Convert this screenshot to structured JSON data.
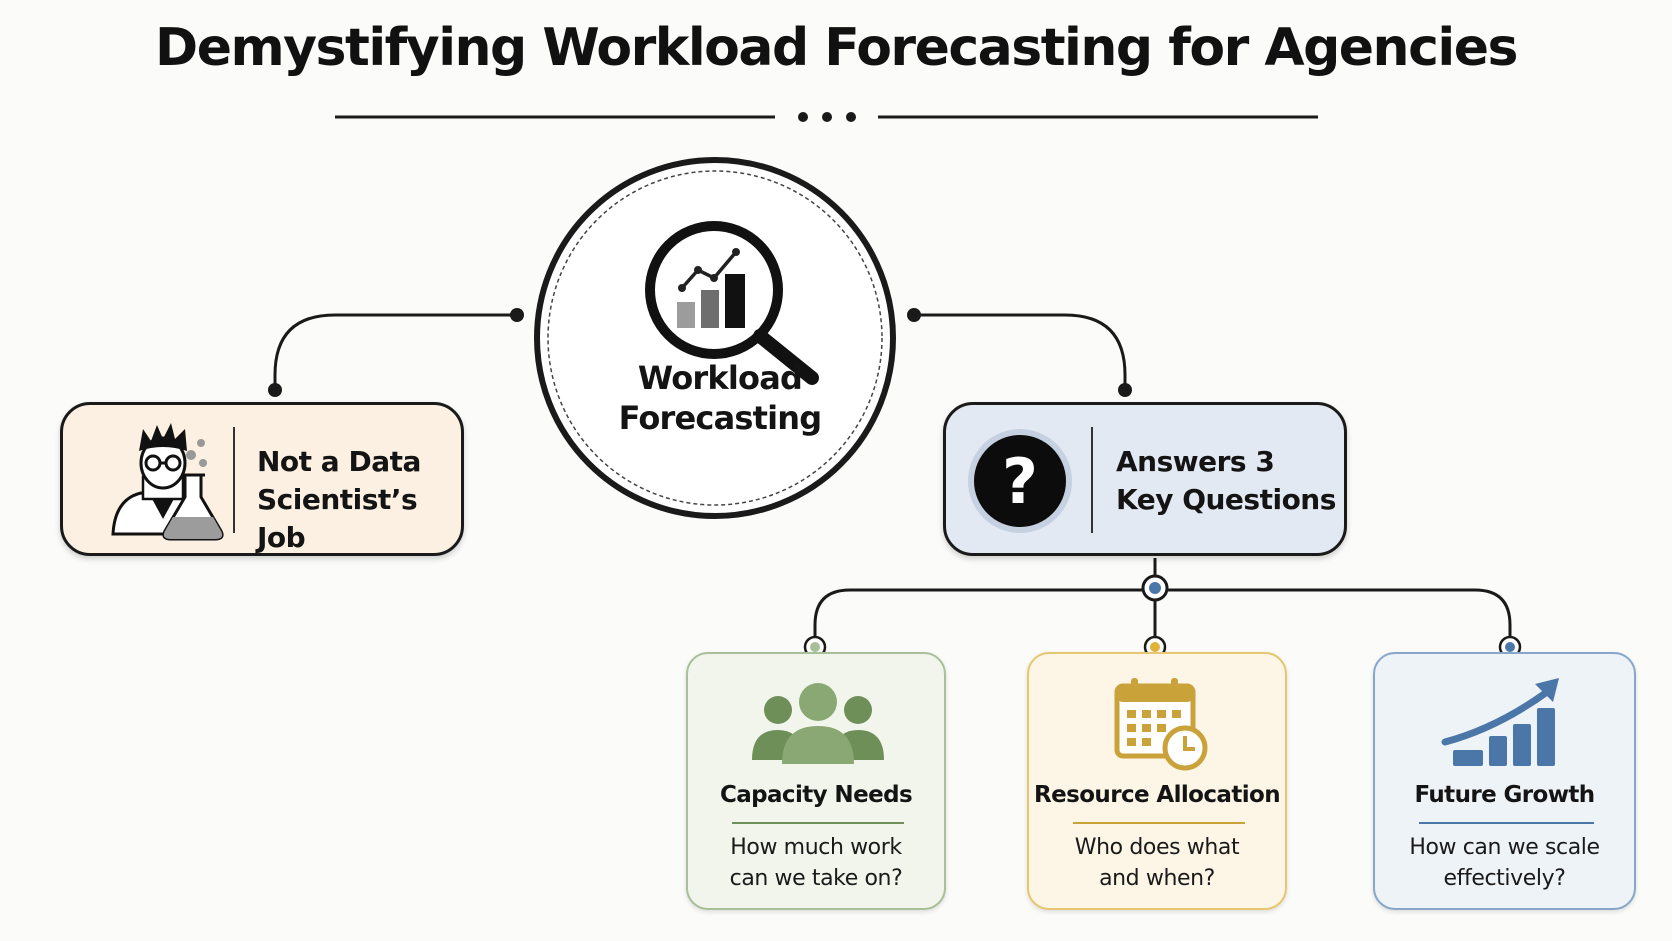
{
  "title": "Demystifying Workload Forecasting for Agencies",
  "center": {
    "label_line1": "Workload",
    "label_line2": "Forecasting",
    "icon": "magnifier-chart-icon"
  },
  "left_box": {
    "line1": "Not a Data",
    "line2": "Scientist’s Job",
    "icon": "scientist-icon",
    "bg": "#fbf0e2"
  },
  "right_box": {
    "line1": "Answers 3",
    "line2": "Key Questions",
    "icon": "question-icon",
    "bg": "#e3e9f2"
  },
  "cards": [
    {
      "title": "Capacity Needs",
      "desc_line1": "How much work",
      "desc_line2": "can we take on?",
      "icon": "team-icon",
      "accent": "#6f8f59",
      "bg": "#f2f5ec",
      "border": "#a9bf97"
    },
    {
      "title": "Resource Allocation",
      "desc_line1": "Who does what",
      "desc_line2": "and when?",
      "icon": "calendar-clock-icon",
      "accent": "#c9a23a",
      "bg": "#fdf6e6",
      "border": "#e6c66e"
    },
    {
      "title": "Future Growth",
      "desc_line1": "How can we scale",
      "desc_line2": "effectively?",
      "icon": "growth-chart-icon",
      "accent": "#4a77a8",
      "bg": "#eef3f8",
      "border": "#86a7c9"
    }
  ]
}
